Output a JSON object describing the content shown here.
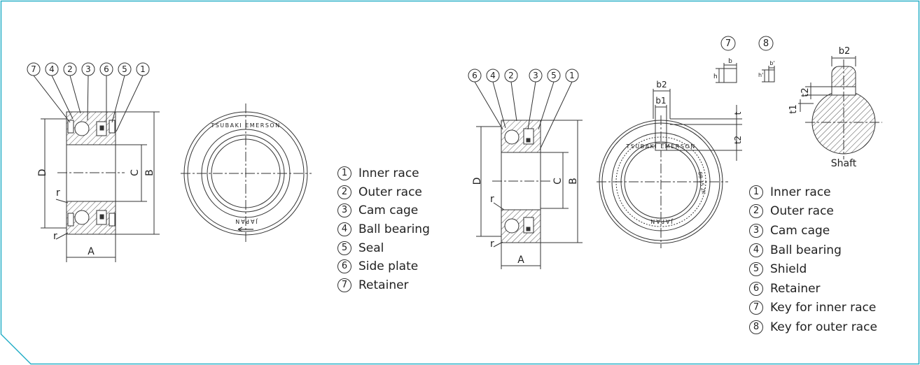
{
  "colors": {
    "frame": "#2ab0c8",
    "line": "#333333",
    "hatch": "#555555"
  },
  "figure1": {
    "callouts": [
      "7",
      "4",
      "2",
      "3",
      "6",
      "5",
      "1"
    ],
    "dims": {
      "D": "D",
      "C": "C",
      "B": "B",
      "A": "A",
      "r_top": "r",
      "r_bottom": "r"
    },
    "ring_text_top": "TSUBAKI  EMERSON",
    "ring_text_bottom": "JAPAN"
  },
  "legend1": [
    {
      "num": "1",
      "label": "Inner race"
    },
    {
      "num": "2",
      "label": "Outer race"
    },
    {
      "num": "3",
      "label": "Cam cage"
    },
    {
      "num": "4",
      "label": "Ball bearing"
    },
    {
      "num": "5",
      "label": "Seal"
    },
    {
      "num": "6",
      "label": "Side plate"
    },
    {
      "num": "7",
      "label": "Retainer"
    }
  ],
  "figure2": {
    "callouts": [
      "6",
      "4",
      "2",
      "3",
      "5",
      "1"
    ],
    "dims": {
      "D": "D",
      "C": "C",
      "B": "B",
      "A": "A",
      "r_top": "r",
      "r_bottom": "r",
      "b2": "b2",
      "b1": "b1",
      "t": "t",
      "t2": "t2"
    },
    "ring_text_top": "TSUBAKI EMERSON",
    "ring_text_right": "BB 15 2K",
    "ring_text_bottom": "JAPAN"
  },
  "keys": {
    "key7_num": "7",
    "key8_num": "8",
    "key7_b": "b",
    "key7_h": "h",
    "key8_b": "b'",
    "key8_h": "h'"
  },
  "shaft": {
    "label": "Shaft",
    "b2": "b2",
    "t2": "t2",
    "t1": "t1"
  },
  "legend2": [
    {
      "num": "1",
      "label": "Inner race"
    },
    {
      "num": "2",
      "label": "Outer race"
    },
    {
      "num": "3",
      "label": "Cam cage"
    },
    {
      "num": "4",
      "label": "Ball bearing"
    },
    {
      "num": "5",
      "label": "Shield"
    },
    {
      "num": "6",
      "label": "Retainer"
    },
    {
      "num": "7",
      "label": "Key for inner race"
    },
    {
      "num": "8",
      "label": "Key for outer race"
    }
  ]
}
